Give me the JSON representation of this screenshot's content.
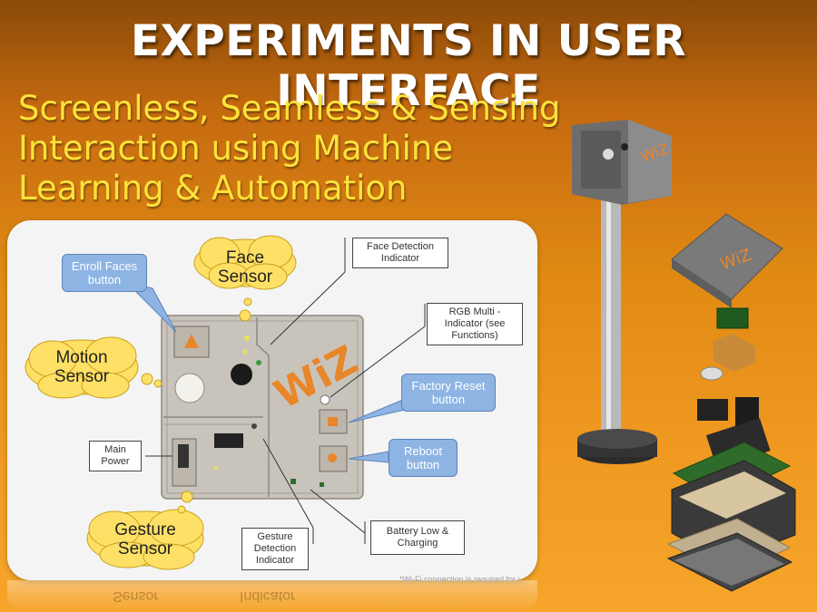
{
  "title": "EXPERIMENTS IN USER INTERFACE",
  "subtitle": [
    "Screenless, Seamless & Sensing",
    "Interaction using Machine",
    "Learning & Automation"
  ],
  "diagram": {
    "clouds": {
      "face_sensor": [
        "Face",
        "Sensor"
      ],
      "motion_sensor": [
        "Motion",
        "Sensor"
      ],
      "gesture_sensor": [
        "Gesture",
        "Sensor"
      ]
    },
    "callouts": {
      "enroll_faces": [
        "Enroll Faces",
        "button"
      ],
      "factory_reset": [
        "Factory Reset",
        "button"
      ],
      "reboot": [
        "Reboot",
        "button"
      ]
    },
    "labels": {
      "face_detection": [
        "Face Detection",
        "Indicator"
      ],
      "rgb_multi": [
        "RGB Multi -",
        "Indicator (see",
        "Functions)"
      ],
      "main_power": [
        "Main",
        "Power"
      ],
      "gesture_detection": [
        "Gesture",
        "Detection",
        "Indicator"
      ],
      "battery": [
        "Battery Low &",
        "Charging"
      ]
    },
    "logo": "WiZ",
    "footnote": "*Wi-Fi connection is required for i"
  },
  "reflection": {
    "left": "Sensor",
    "right": "Indicator"
  },
  "colors": {
    "title": "#ffffff",
    "subtitle": "#ffe23a",
    "cloud": "#ffe066",
    "callout": "#8eb4e3",
    "device": "#c9c4bb",
    "logo": "#e8862a"
  }
}
